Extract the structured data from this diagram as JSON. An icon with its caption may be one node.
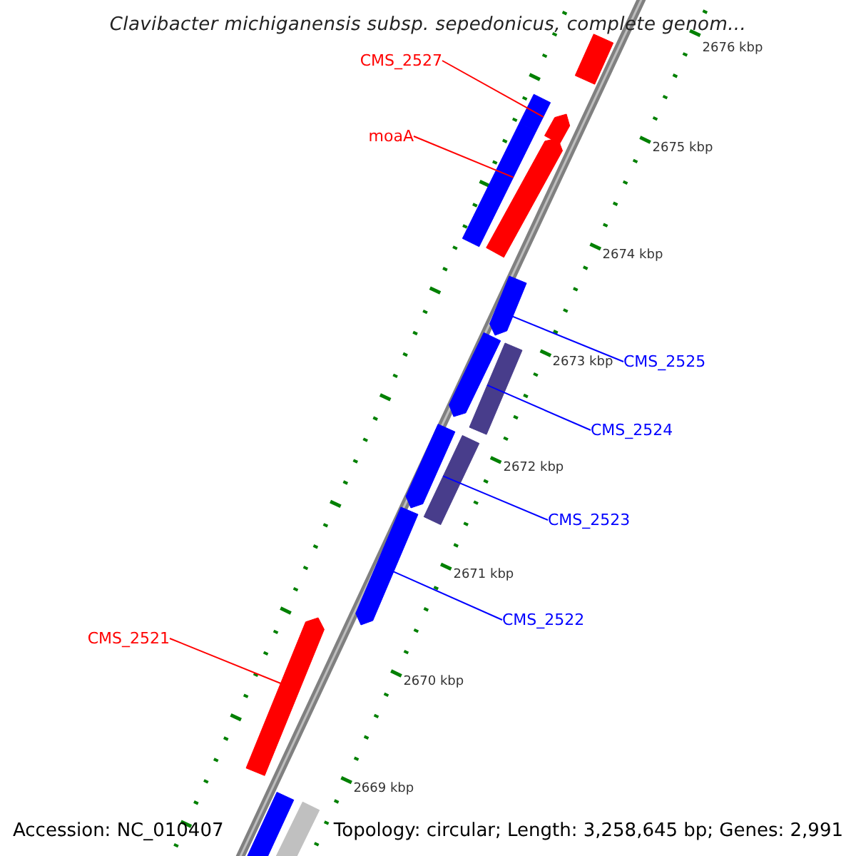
{
  "diagram": {
    "title": "Clavibacter michiganensis subsp. sepedonicus, complete genom...",
    "nodes": [
      {
        "text": [
          "CMS_2527"
        ]
      },
      {
        "text": [
          "moaA"
        ]
      },
      {
        "text": [
          "CMS_2525"
        ]
      },
      {
        "text": [
          "CMS_2524"
        ]
      },
      {
        "text": [
          "CMS_2523"
        ]
      },
      {
        "text": [
          "CMS_2522"
        ]
      },
      {
        "text": [
          "CMS_2521"
        ]
      },
      {
        "text": [],
        "shape": "bar"
      },
      {
        "text": [],
        "shape": "bar"
      },
      {
        "text": [],
        "shape": "bar"
      },
      {
        "text": [],
        "shape": "bar"
      },
      {
        "text": [],
        "shape": "bar"
      },
      {
        "text": [],
        "shape": "bar"
      },
      {
        "text": [],
        "shape": "bar"
      },
      {
        "text": [],
        "shape": "bar"
      },
      {
        "text": [],
        "shape": "bar"
      },
      {
        "text": [],
        "shape": "bar"
      },
      {
        "text": [],
        "shape": "bar"
      },
      {
        "text": [],
        "shape": "bar"
      },
      {
        "text": [],
        "shape": "bar"
      },
      {
        "text": [],
        "shape": "bar"
      }
    ],
    "edges": [
      {
        "from": 0,
        "to": 8,
        "arrow": "none",
        "color": "#ff0000"
      },
      {
        "from": 1,
        "to": 10,
        "arrow": "none",
        "color": "#ff0000"
      },
      {
        "from": 2,
        "to": 12,
        "arrow": "none"
      },
      {
        "from": 3,
        "to": 14,
        "arrow": "none"
      },
      {
        "from": 4,
        "to": 16,
        "arrow": "none"
      },
      {
        "from": 5,
        "to": 17,
        "arrow": "none"
      },
      {
        "from": 6,
        "to": 18,
        "arrow": "none",
        "color": "#ff0000"
      }
    ],
    "labels": [
      "2676 kbp",
      "2675 kbp",
      "2674 kbp",
      "2673 kbp",
      "2672 kbp",
      "2671 kbp",
      "2670 kbp",
      "2669 kbp",
      "Accession: NC_010407",
      "Topology: circular; Length: 3,258,645 bp; Genes: 2,991"
    ]
  }
}
